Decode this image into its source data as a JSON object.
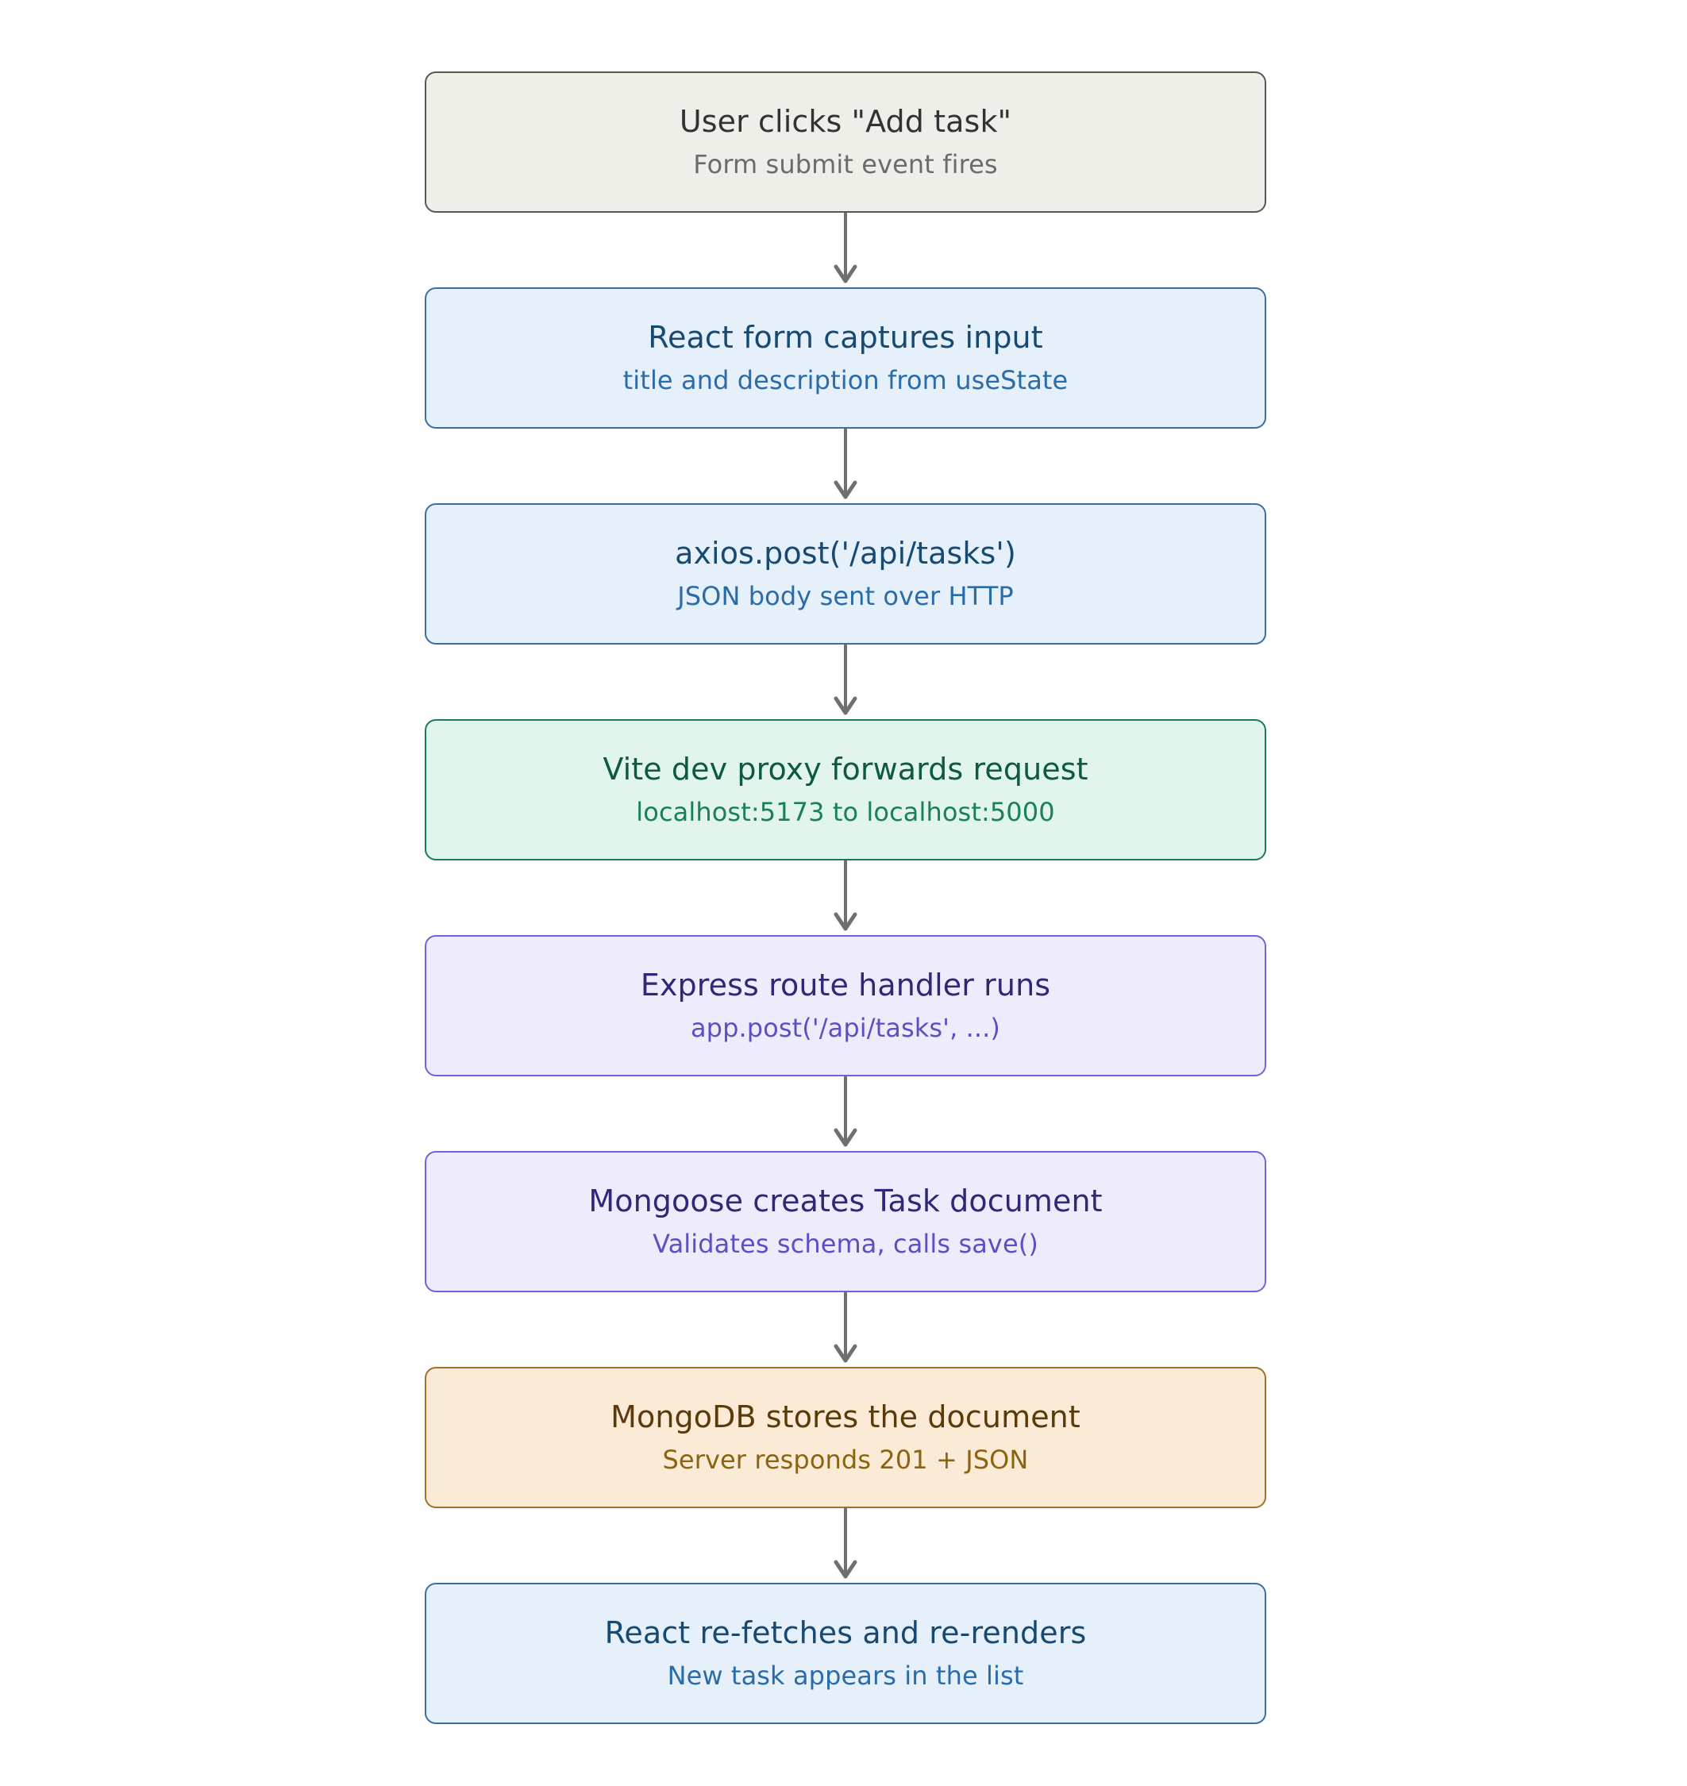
{
  "diagram": {
    "type": "flowchart",
    "orientation": "top-to-bottom",
    "background_color": "#ffffff",
    "connector_color": "#707070",
    "nodes": [
      {
        "id": "user-click",
        "title": "User clicks \"Add task\"",
        "subtitle": "Form submit event fires",
        "theme": "neutral",
        "fill": "#efefe9",
        "border": "#59574f",
        "title_color": "#333333",
        "subtitle_color": "#6b6b6b"
      },
      {
        "id": "react-form",
        "title": "React form captures input",
        "subtitle": "title and description from useState",
        "theme": "blue",
        "fill": "#e5f0fb",
        "border": "#3d6f9e",
        "title_color": "#164a72",
        "subtitle_color": "#2b6ca8"
      },
      {
        "id": "axios-post",
        "title": "axios.post('/api/tasks')",
        "subtitle": "JSON body sent over HTTP",
        "theme": "blue",
        "fill": "#e5f0fb",
        "border": "#3d6f9e",
        "title_color": "#164a72",
        "subtitle_color": "#2b6ca8"
      },
      {
        "id": "vite-proxy",
        "title": "Vite dev proxy forwards request",
        "subtitle": "localhost:5173 to localhost:5000",
        "theme": "green",
        "fill": "#e2f5ec",
        "border": "#1c7a5a",
        "title_color": "#0d5a40",
        "subtitle_color": "#198057"
      },
      {
        "id": "express-route",
        "title": "Express route handler runs",
        "subtitle": "app.post('/api/tasks', ...)",
        "theme": "purple",
        "fill": "#eeecfc",
        "border": "#6e66d6",
        "title_color": "#2f2878",
        "subtitle_color": "#5b4fc4"
      },
      {
        "id": "mongoose-create",
        "title": "Mongoose creates Task document",
        "subtitle": "Validates schema, calls save()",
        "theme": "purple",
        "fill": "#eeecfc",
        "border": "#6e66d6",
        "title_color": "#2f2878",
        "subtitle_color": "#5b4fc4"
      },
      {
        "id": "mongodb-store",
        "title": "MongoDB stores the document",
        "subtitle": "Server responds 201 + JSON",
        "theme": "orange",
        "fill": "#fbead5",
        "border": "#9c7328",
        "title_color": "#5a3b08",
        "subtitle_color": "#8a6410"
      },
      {
        "id": "react-refetch",
        "title": "React re-fetches and re-renders",
        "subtitle": "New task appears in the list",
        "theme": "blue",
        "fill": "#e5f0fb",
        "border": "#3d6f9e",
        "title_color": "#164a72",
        "subtitle_color": "#2b6ca8"
      }
    ],
    "edges": [
      {
        "from": "user-click",
        "to": "react-form",
        "label": ""
      },
      {
        "from": "react-form",
        "to": "axios-post",
        "label": ""
      },
      {
        "from": "axios-post",
        "to": "vite-proxy",
        "label": ""
      },
      {
        "from": "vite-proxy",
        "to": "express-route",
        "label": ""
      },
      {
        "from": "express-route",
        "to": "mongoose-create",
        "label": ""
      },
      {
        "from": "mongoose-create",
        "to": "mongodb-store",
        "label": ""
      },
      {
        "from": "mongodb-store",
        "to": "react-refetch",
        "label": ""
      }
    ]
  }
}
